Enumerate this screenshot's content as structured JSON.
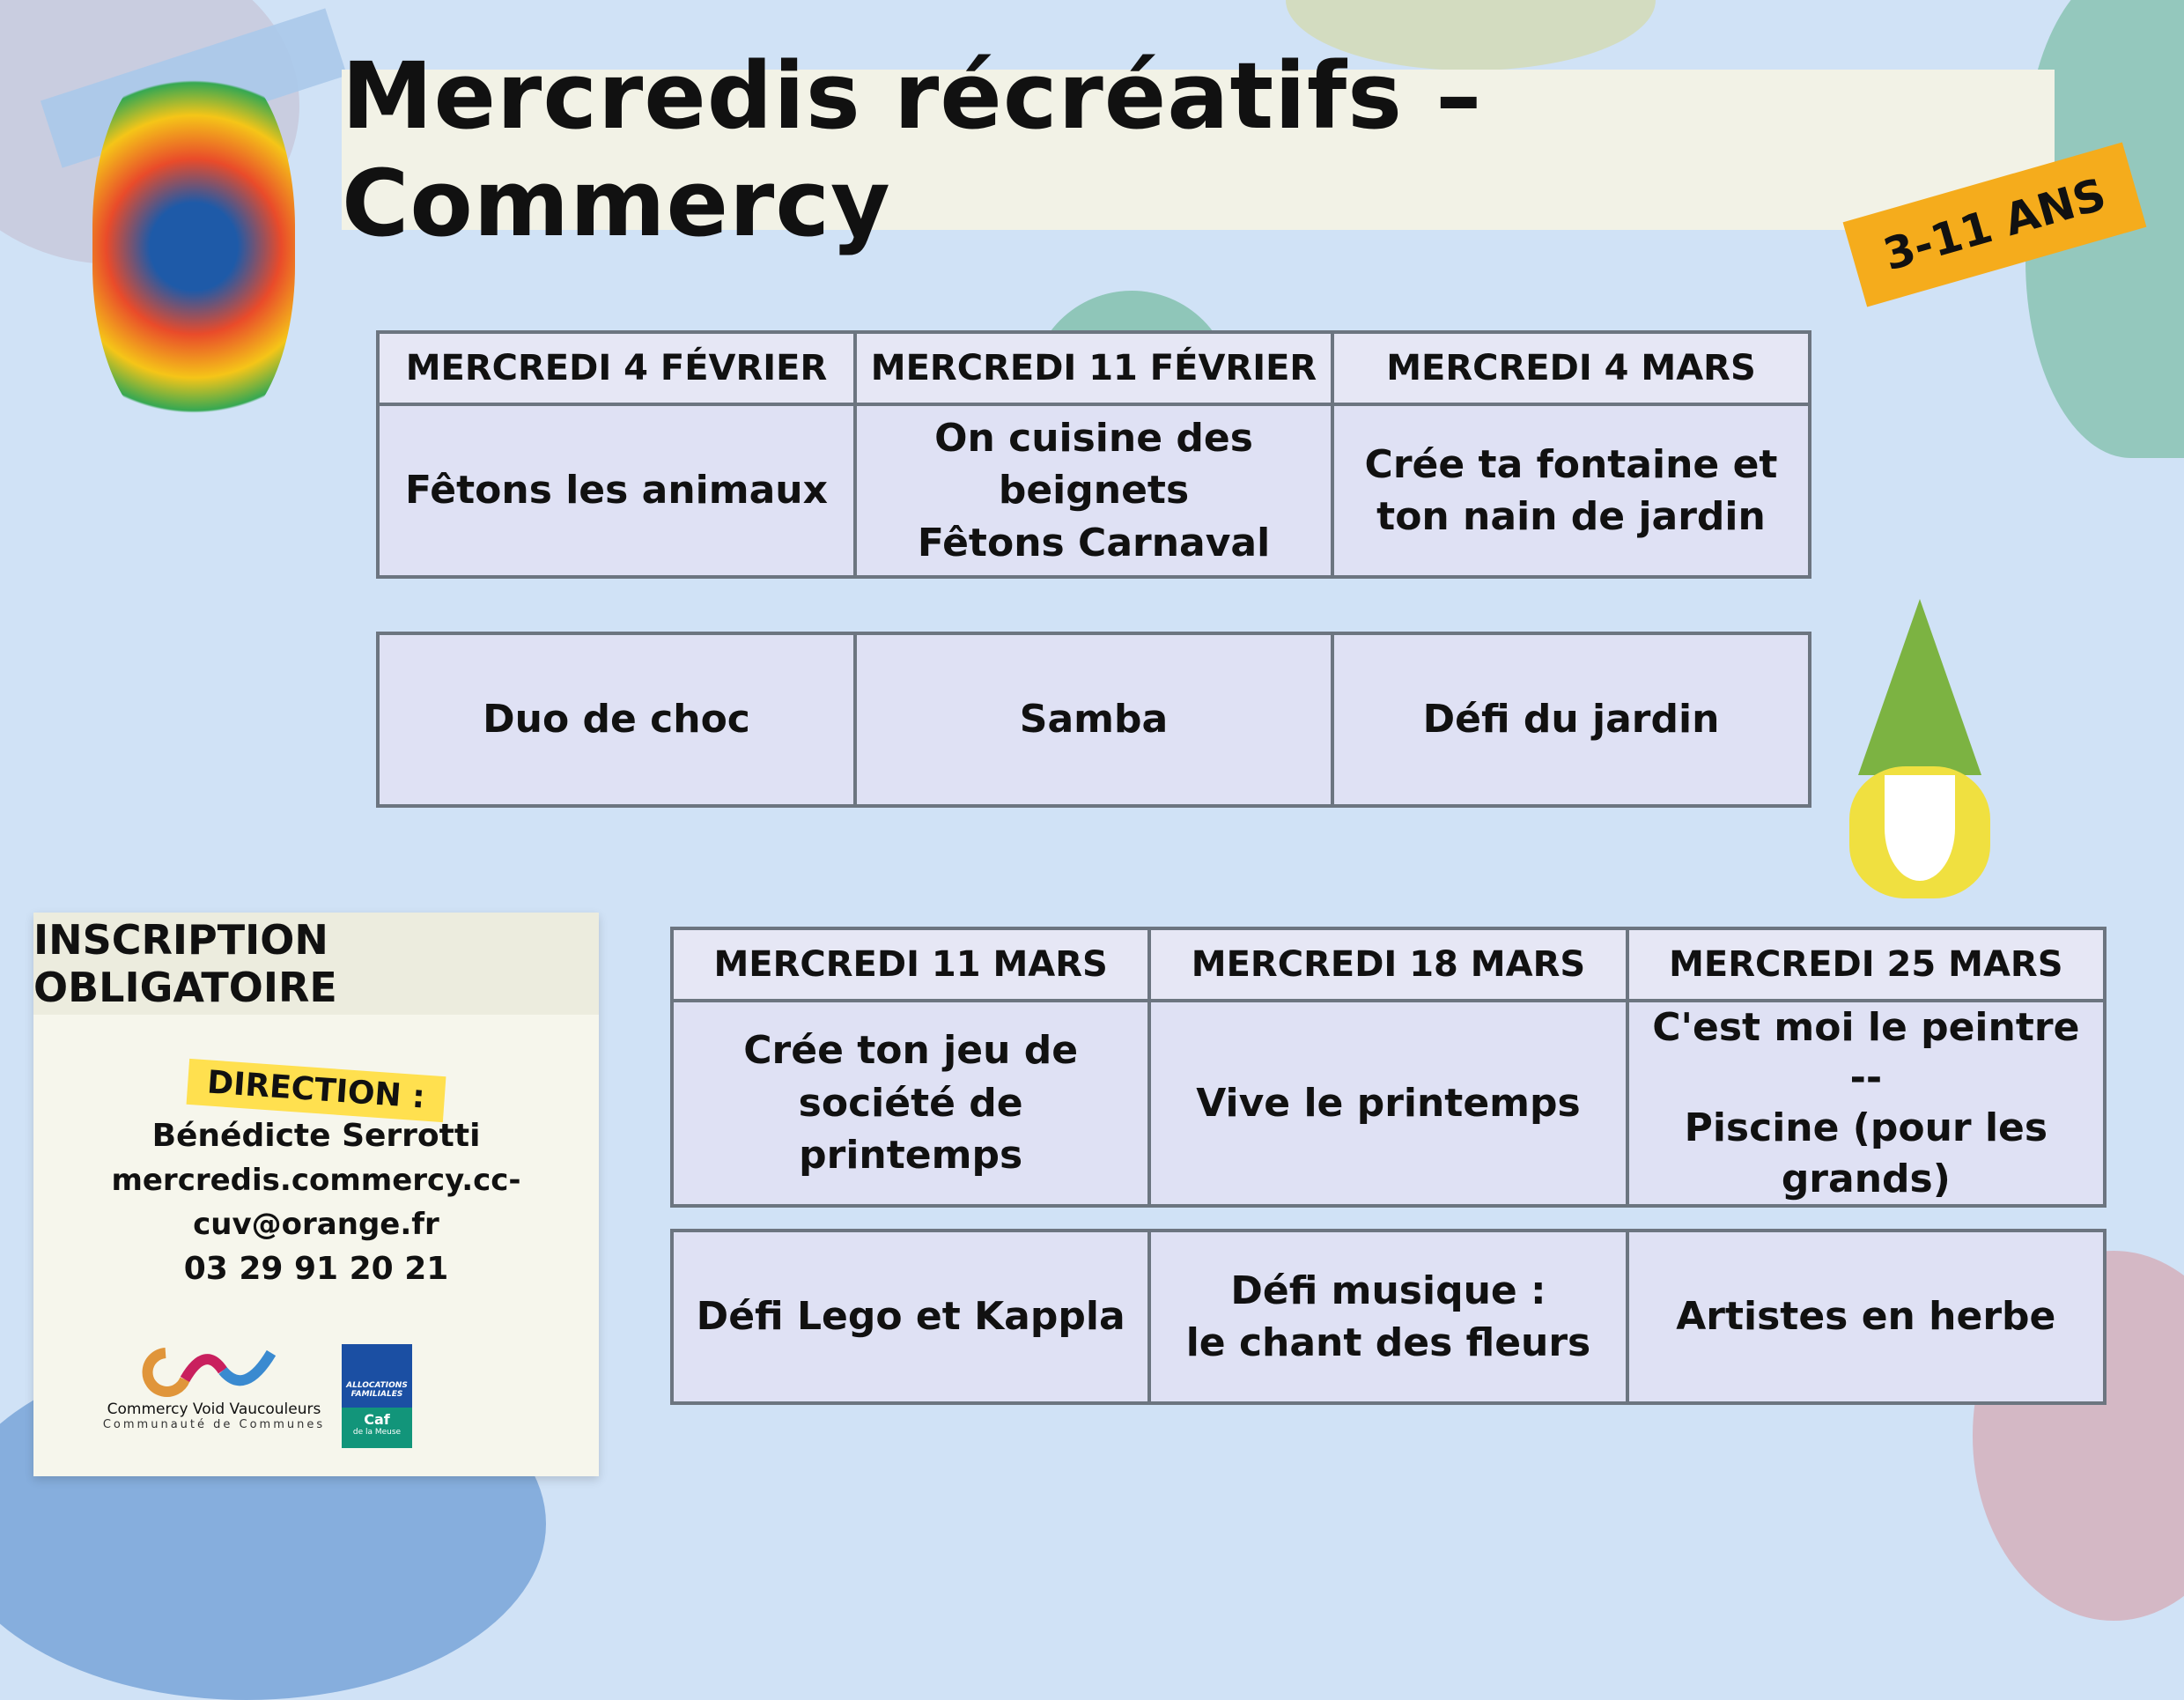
{
  "title": "Mercredis récréatifs – Commercy",
  "age_badge": "3-11 ANS",
  "colors": {
    "background": "#d0e2f6",
    "cell": "#dfe1f4",
    "border": "#6c7580",
    "age": "#f5ac1c",
    "highlight": "#ffe04f"
  },
  "block1": {
    "dates": [
      "MERCREDI 4 FÉVRIER",
      "MERCREDI 11 FÉVRIER",
      "MERCREDI 4 MARS"
    ],
    "morning": [
      "Fêtons les animaux",
      "On cuisine des beignets\nFêtons Carnaval",
      "Crée ta fontaine et ton nain de jardin"
    ],
    "afternoon": [
      "Duo de choc",
      "Samba",
      "Défi du jardin"
    ]
  },
  "block2": {
    "dates": [
      "MERCREDI 11 MARS",
      "MERCREDI 18 MARS",
      "MERCREDI 25 MARS"
    ],
    "morning": [
      "Crée ton jeu de société de printemps",
      "Vive le printemps",
      "C'est moi le peintre\n--\nPiscine (pour les grands)"
    ],
    "afternoon": [
      "Défi Lego et Kappla",
      "Défi musique :\nle chant des fleurs",
      "Artistes en herbe"
    ]
  },
  "inscription": {
    "heading": "INSCRIPTION OBLIGATOIRE",
    "direction_label": "DIRECTION :",
    "name": "Bénédicte Serrotti",
    "email": "mercredis.commercy.cc-cuv@orange.fr",
    "phone": "03 29 91 20 21"
  },
  "logos": {
    "cc_name": "Commercy Void Vaucouleurs",
    "cc_sub": "Communauté de Communes",
    "caf_top": "ALLOCATIONS FAMILIALES",
    "caf_name": "Caf",
    "caf_sub": "de la Meuse"
  }
}
